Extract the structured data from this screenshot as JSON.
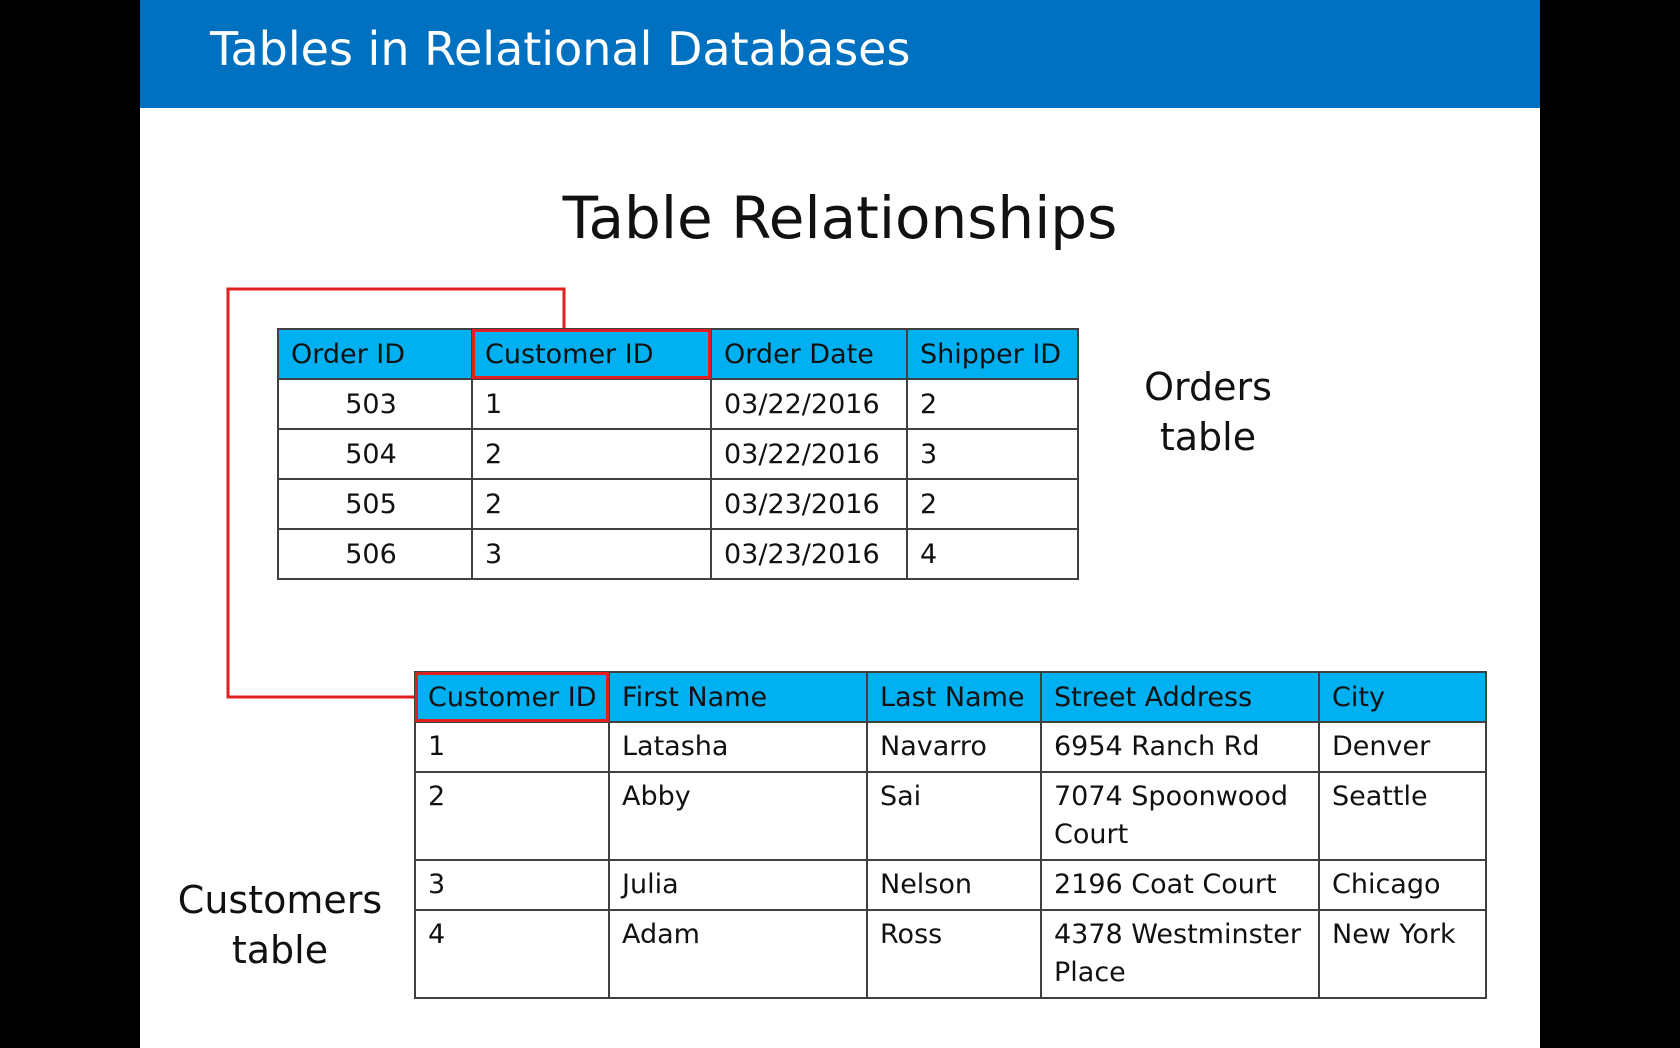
{
  "header": {
    "title": "Tables in Relational Databases"
  },
  "heading": "Table Relationships",
  "orders": {
    "caption_line1": "Orders",
    "caption_line2": "table",
    "columns": [
      "Order ID",
      "Customer ID",
      "Order Date",
      "Shipper ID"
    ],
    "rows": [
      [
        "503",
        "1",
        "03/22/2016",
        "2"
      ],
      [
        "504",
        "2",
        "03/22/2016",
        "3"
      ],
      [
        "505",
        "2",
        "03/23/2016",
        "2"
      ],
      [
        "506",
        "3",
        "03/23/2016",
        "4"
      ]
    ]
  },
  "customers": {
    "caption_line1": "Customers",
    "caption_line2": "table",
    "columns": [
      "Customer ID",
      "First Name",
      "Last Name",
      "Street Address",
      "City"
    ],
    "rows": [
      [
        "1",
        "Latasha",
        "Navarro",
        "6954 Ranch Rd",
        "Denver"
      ],
      [
        "2",
        "Abby",
        "Sai",
        "7074 Spoonwood Court",
        "Seattle"
      ],
      [
        "3",
        "Julia",
        "Nelson",
        "2196 Coat Court",
        "Chicago"
      ],
      [
        "4",
        "Adam",
        "Ross",
        "4378 Westminster Place",
        "New York"
      ]
    ]
  },
  "colors": {
    "title_bar": "#0070c0",
    "header_fill": "#00b0f0",
    "relationship_line": "#e02020"
  }
}
